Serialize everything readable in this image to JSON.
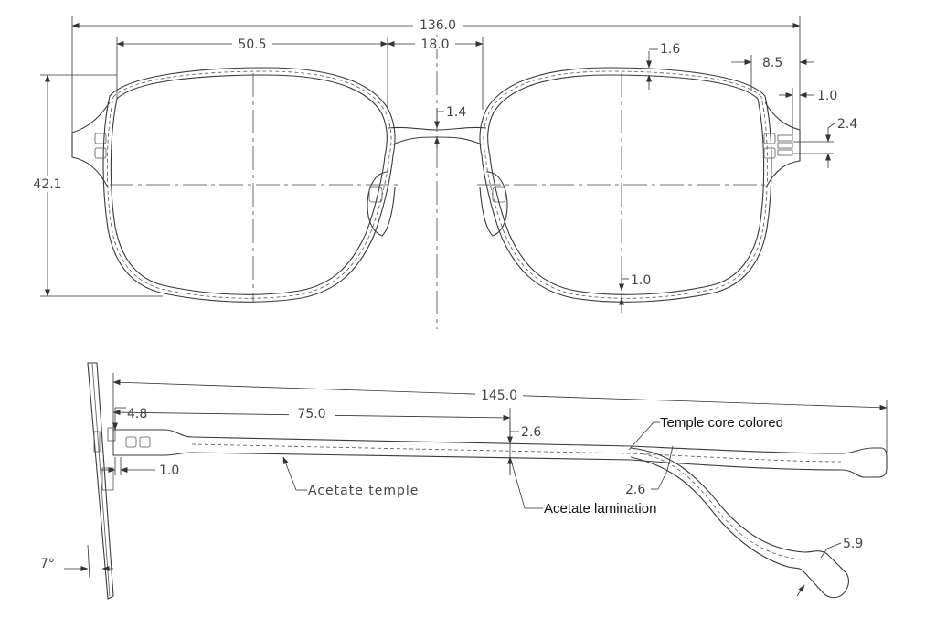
{
  "front_view": {
    "dimensions": {
      "overall_width": "136.0",
      "lens_width": "50.5",
      "bridge_width": "18.0",
      "bridge_thickness": "1.4",
      "rim_top_thickness": "1.6",
      "rim_bottom_thickness": "1.0",
      "lens_height": "42.1",
      "endpiece_width": "8.5",
      "hinge_offset": "1.0",
      "hinge_height": "2.4"
    }
  },
  "side_view": {
    "dimensions": {
      "temple_length": "145.0",
      "to_bend": "75.0",
      "temple_front_height": "4.8",
      "temple_mid_height": "2.6",
      "temple_core_width": "2.6",
      "tip_width": "5.9",
      "hinge_gap": "1.0",
      "pantoscopic_angle": "7°"
    },
    "labels": {
      "temple_core": "Temple core colored",
      "acetate_temple": "Acetate temple",
      "acetate_lamination": "Acetate lamination"
    }
  }
}
